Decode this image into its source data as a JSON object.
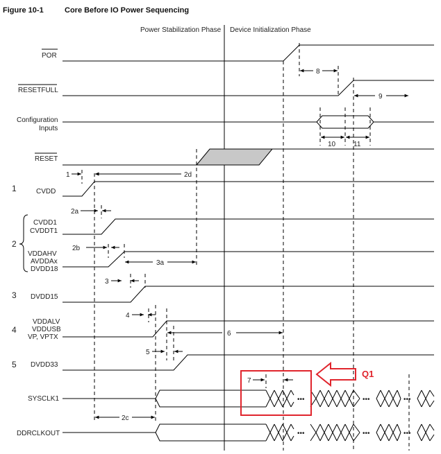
{
  "figure": {
    "number": "Figure 10-1",
    "title": "Core Before IO Power Sequencing"
  },
  "phases": {
    "stabilization": "Power Stabilization Phase",
    "initialization": "Device Initialization Phase"
  },
  "signals": {
    "por": "POR",
    "resetfull": "RESETFULL",
    "config_line1": "Configuration",
    "config_line2": "Inputs",
    "reset": "RESET",
    "cvdd": "CVDD",
    "cvdd1": "CVDD1",
    "cvddt1": "CVDDT1",
    "vddahv": "VDDAHV",
    "avddax": "AVDDAx",
    "dvdd18": "DVDD18",
    "dvdd15": "DVDD15",
    "vddalv": "VDDALV",
    "vddusb": "VDDUSB",
    "vp_vptx": "VP, VPTX",
    "dvdd33": "DVDD33",
    "sysclk1": "SYSCLK1",
    "ddrclkout": "DDRCLKOUT"
  },
  "group_numbers": {
    "g1": "1",
    "g2": "2",
    "g3": "3",
    "g4": "4",
    "g5": "5"
  },
  "timings": {
    "t1": "1",
    "t2a": "2a",
    "t2b": "2b",
    "t2c": "2c",
    "t2d": "2d",
    "t3": "3",
    "t3a": "3a",
    "t4": "4",
    "t5": "5",
    "t6": "6",
    "t7": "7",
    "t8": "8",
    "t9": "9",
    "t10": "10",
    "t11": "11"
  },
  "ellipsis": "•••",
  "annotation": {
    "label": "Q1",
    "color": "#e0242c"
  }
}
